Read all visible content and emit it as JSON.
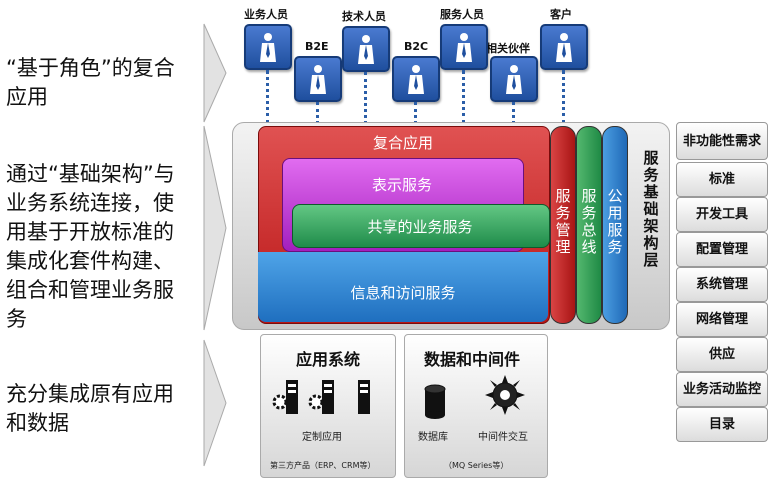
{
  "left": {
    "section1": "“基于角色”的复合\n应用",
    "section2": "通过“基础架构”与\n业务系统连接，使\n用基于开放标准的\n集成化套件构建、\n组合和管理业务服\n务",
    "section3": "充分集成原有应用\n和数据"
  },
  "roles": {
    "sales": "业务人员",
    "b2e": "B2E",
    "tech": "技术人员",
    "b2c": "B2C",
    "service": "服务人员",
    "partner": "相关伙伴",
    "customer": "客户"
  },
  "main": {
    "composite": "复合应用",
    "presentation": "表示服务",
    "shared": "共享的业务服务",
    "info": "信息和访问服务",
    "service_mgmt": "服务管理",
    "service_bus": "服务总线",
    "common_service": "公用服务",
    "infra_layer": "服务基础架构层"
  },
  "right": [
    "非功能性需求",
    "标准",
    "开发工具",
    "配置管理",
    "系统管理",
    "网络管理",
    "供应",
    "业务活动监控",
    "目录"
  ],
  "bottom": {
    "app_title": "应用系统",
    "app_label": "定制应用",
    "app_note": "第三方产品（ERP、CRM等）",
    "data_title": "数据和中间件",
    "db_label": "数据库",
    "mw_label": "中间件交互",
    "data_note": "（MQ Series等）"
  },
  "colors": {
    "composite": "#c62828",
    "presentation": "#b02ac8",
    "shared": "#2e9a55",
    "info": "#2f86d4",
    "role_icon": "#2b5ea8"
  }
}
